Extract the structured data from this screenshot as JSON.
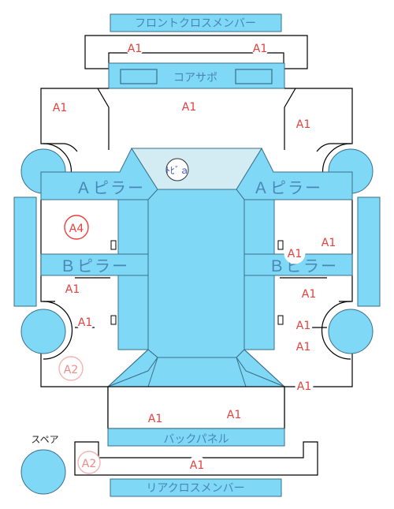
{
  "labels": {
    "front_cross_member": "フロントクロスメンバー",
    "core_support": "コアサポ",
    "a_pillar_left": "Ａピラー",
    "a_pillar_right": "Ａピラー",
    "b_pillar_left": "Ｂピラー",
    "b_pillar_right": "Ｂピラー",
    "back_panel": "バックパネル",
    "rear_cross_member": "リアクロスメンバー",
    "spare": "スペア",
    "windshield_mark": "ﾄﾋﾞａ"
  },
  "marks": {
    "front_cross_left": "A1",
    "front_cross_right": "A1",
    "front_left_apron": "A1",
    "front_center": "A1",
    "front_right_apron": "A1",
    "left_sill_a4": "A4",
    "right_b_pillar_a": "A1",
    "right_b_pillar_b": "A1",
    "left_mid": "A1",
    "right_mid": "A1",
    "left_rear_wheel": "A1",
    "right_rear_wheel_a": "A1",
    "right_rear_wheel_b": "A1",
    "left_rear_a2": "A2",
    "right_rear_corner": "A1",
    "trunk_left": "A1",
    "trunk_right": "A1",
    "rear_cross_a2": "A2",
    "rear_cross_center": "A1"
  },
  "colors": {
    "panel_fill": "#7fd8f5",
    "panel_stroke": "#3a6f8a",
    "glass_fill": "#d3ecf3",
    "mark_red": "#e8403c",
    "mark_light_red": "#f08a88"
  }
}
